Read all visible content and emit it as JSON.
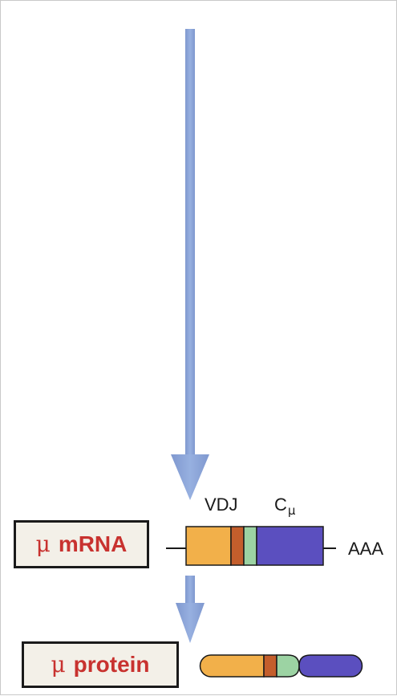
{
  "labels": {
    "mrna": {
      "mu": "μ",
      "text": "mRNA"
    },
    "protein": {
      "mu": "μ",
      "text": "protein"
    }
  },
  "segments": {
    "vdj": "VDJ",
    "c": "C",
    "c_sub": "μ",
    "poly_a": "AAA"
  },
  "colors": {
    "arrow": "#8aa4d8",
    "v_segment": "#f2b04a",
    "d_segment": "#c45e2c",
    "j_segment": "#9cd3a3",
    "c_segment": "#5b4fbf",
    "label_text": "#c8322f",
    "label_box_bg": "#f3f0e8"
  }
}
